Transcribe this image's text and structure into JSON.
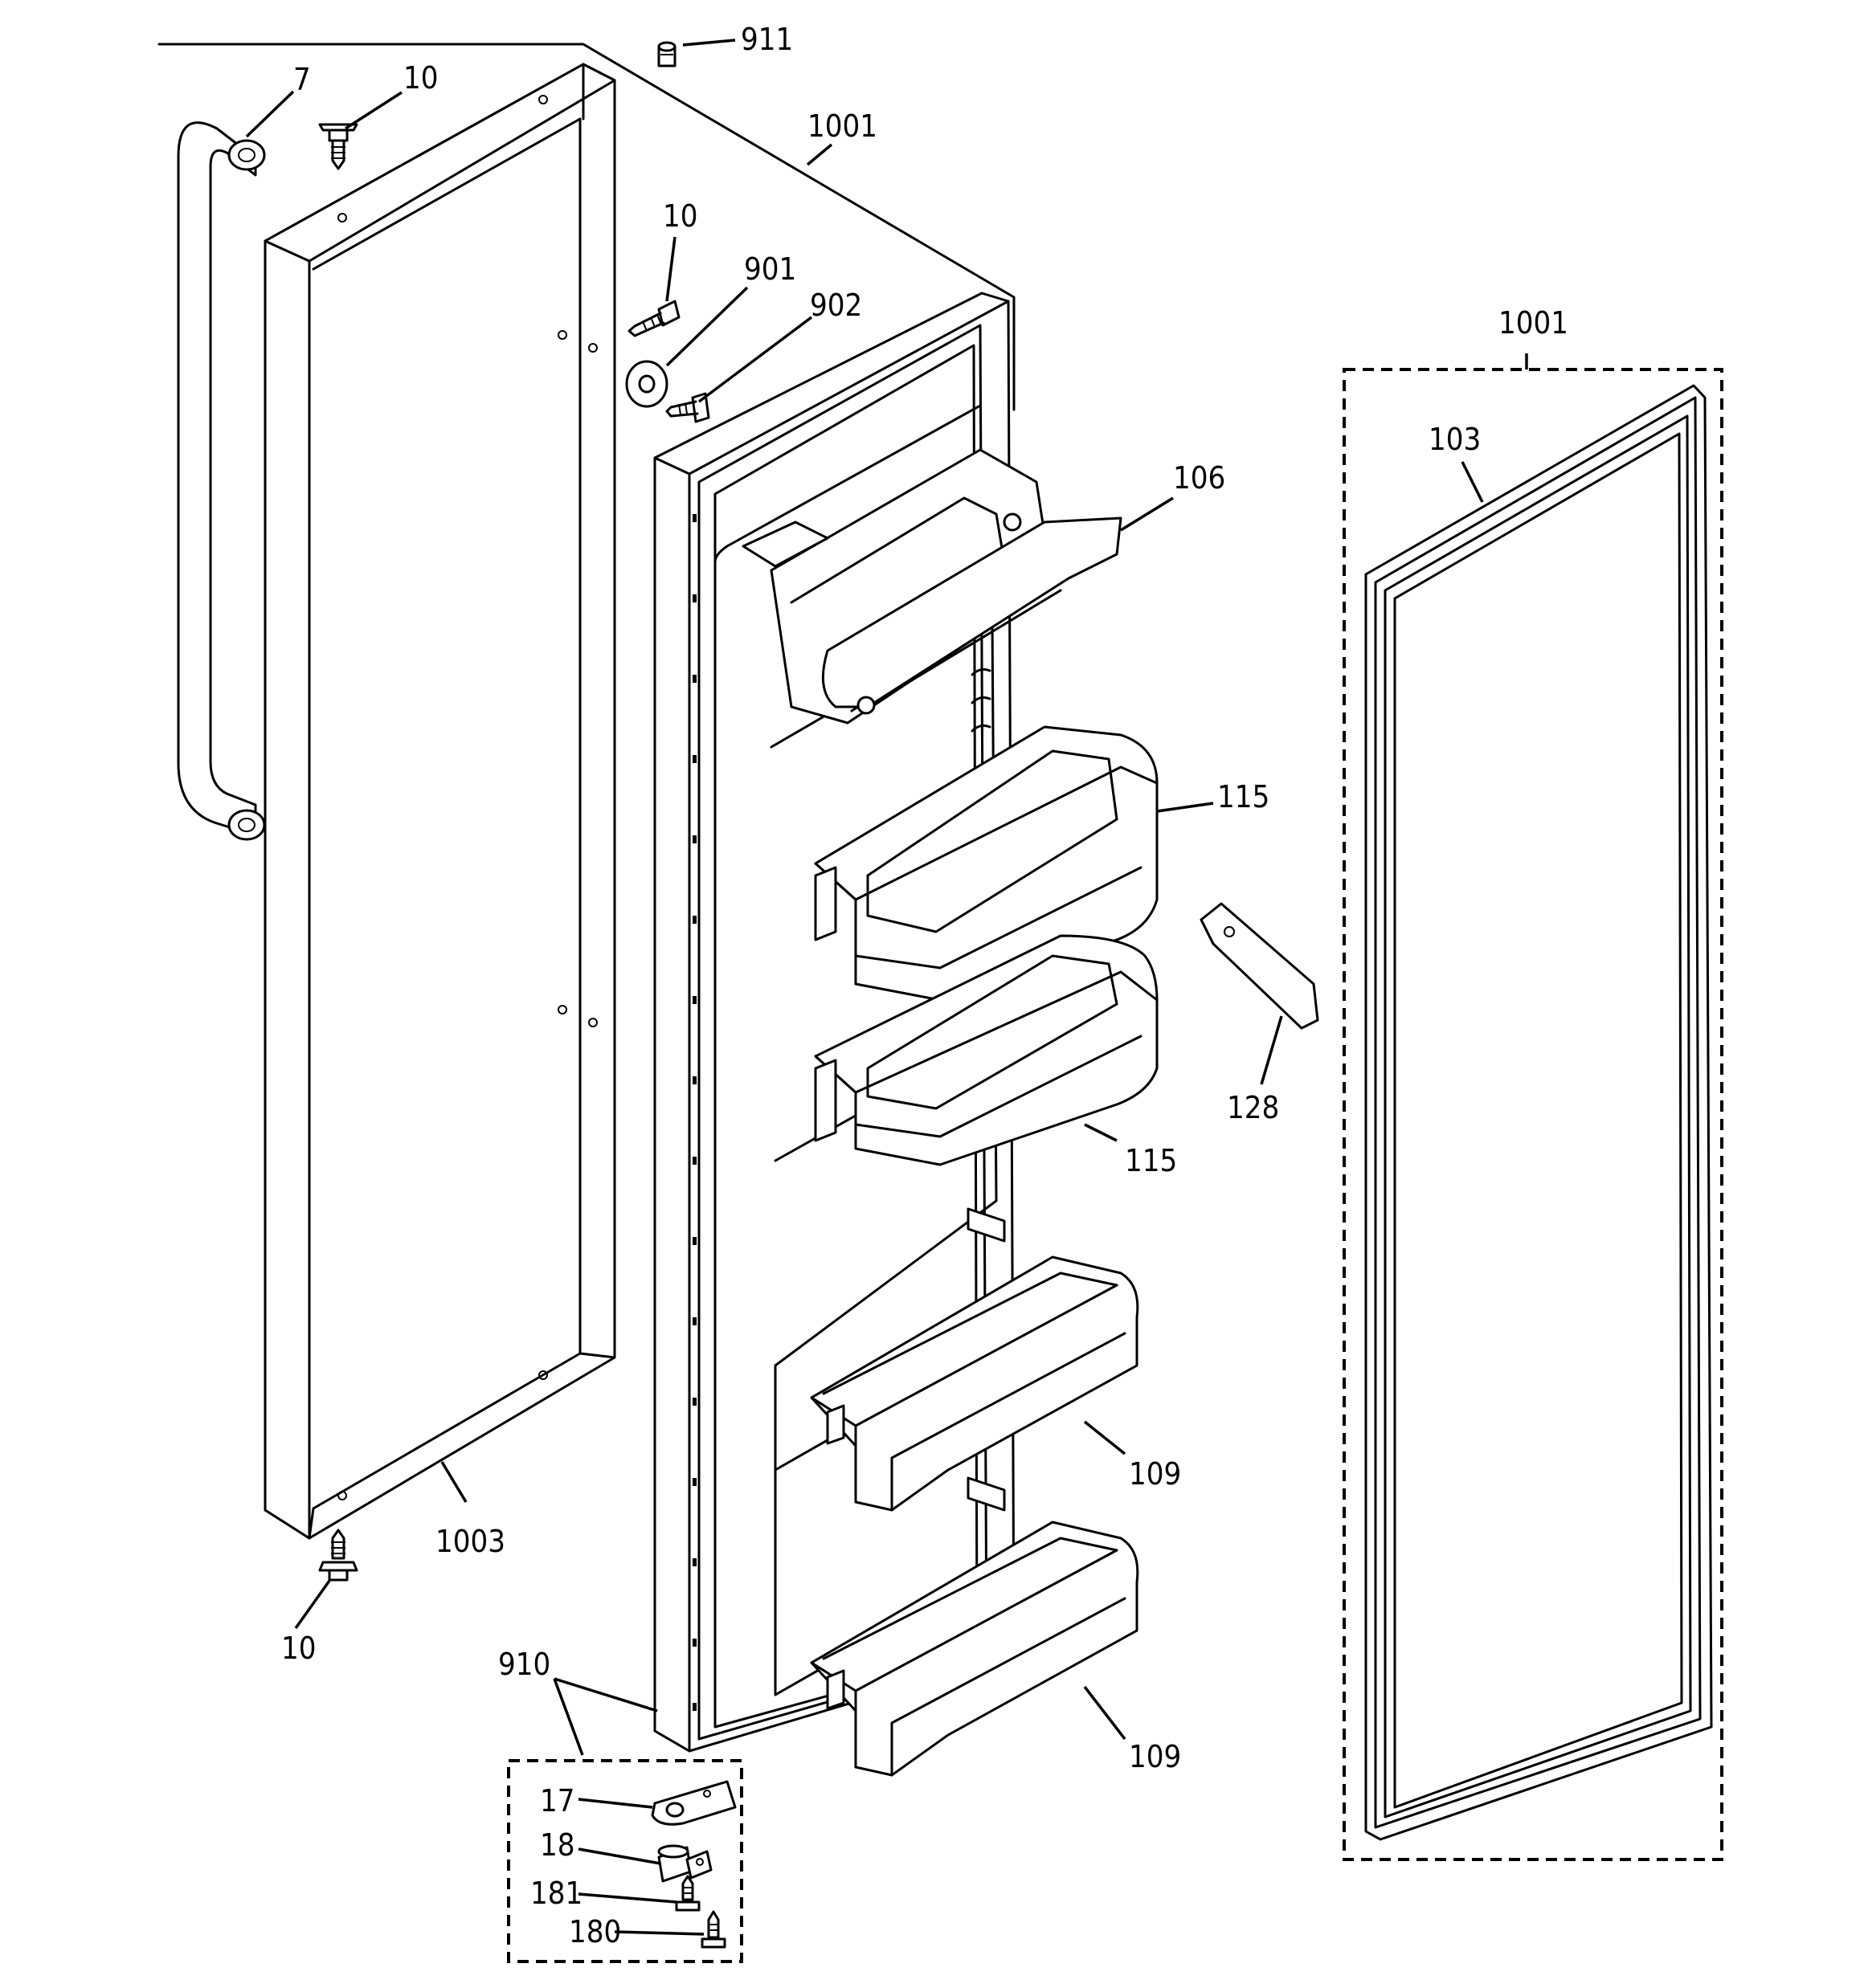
{
  "diagram": {
    "part_labels": {
      "handle": "7",
      "screw_top_left": "10",
      "screw_hinge": "10",
      "screw_bottom_left": "10",
      "washer": "901",
      "hinge_screw": "902",
      "hinge_bushing": "911",
      "door_assembly": "1001",
      "gasket_assembly": "1001",
      "gasket": "103",
      "door_trim": "1003",
      "dairy_door": "106",
      "bin_upper": "115",
      "bin_middle": "115",
      "bracket": "128",
      "shelf_upper": "109",
      "shelf_lower": "109",
      "hinge_kit": "910",
      "hinge_plate": "17",
      "hinge_pin": "18",
      "screw_181": "181",
      "screw_180": "180"
    }
  }
}
